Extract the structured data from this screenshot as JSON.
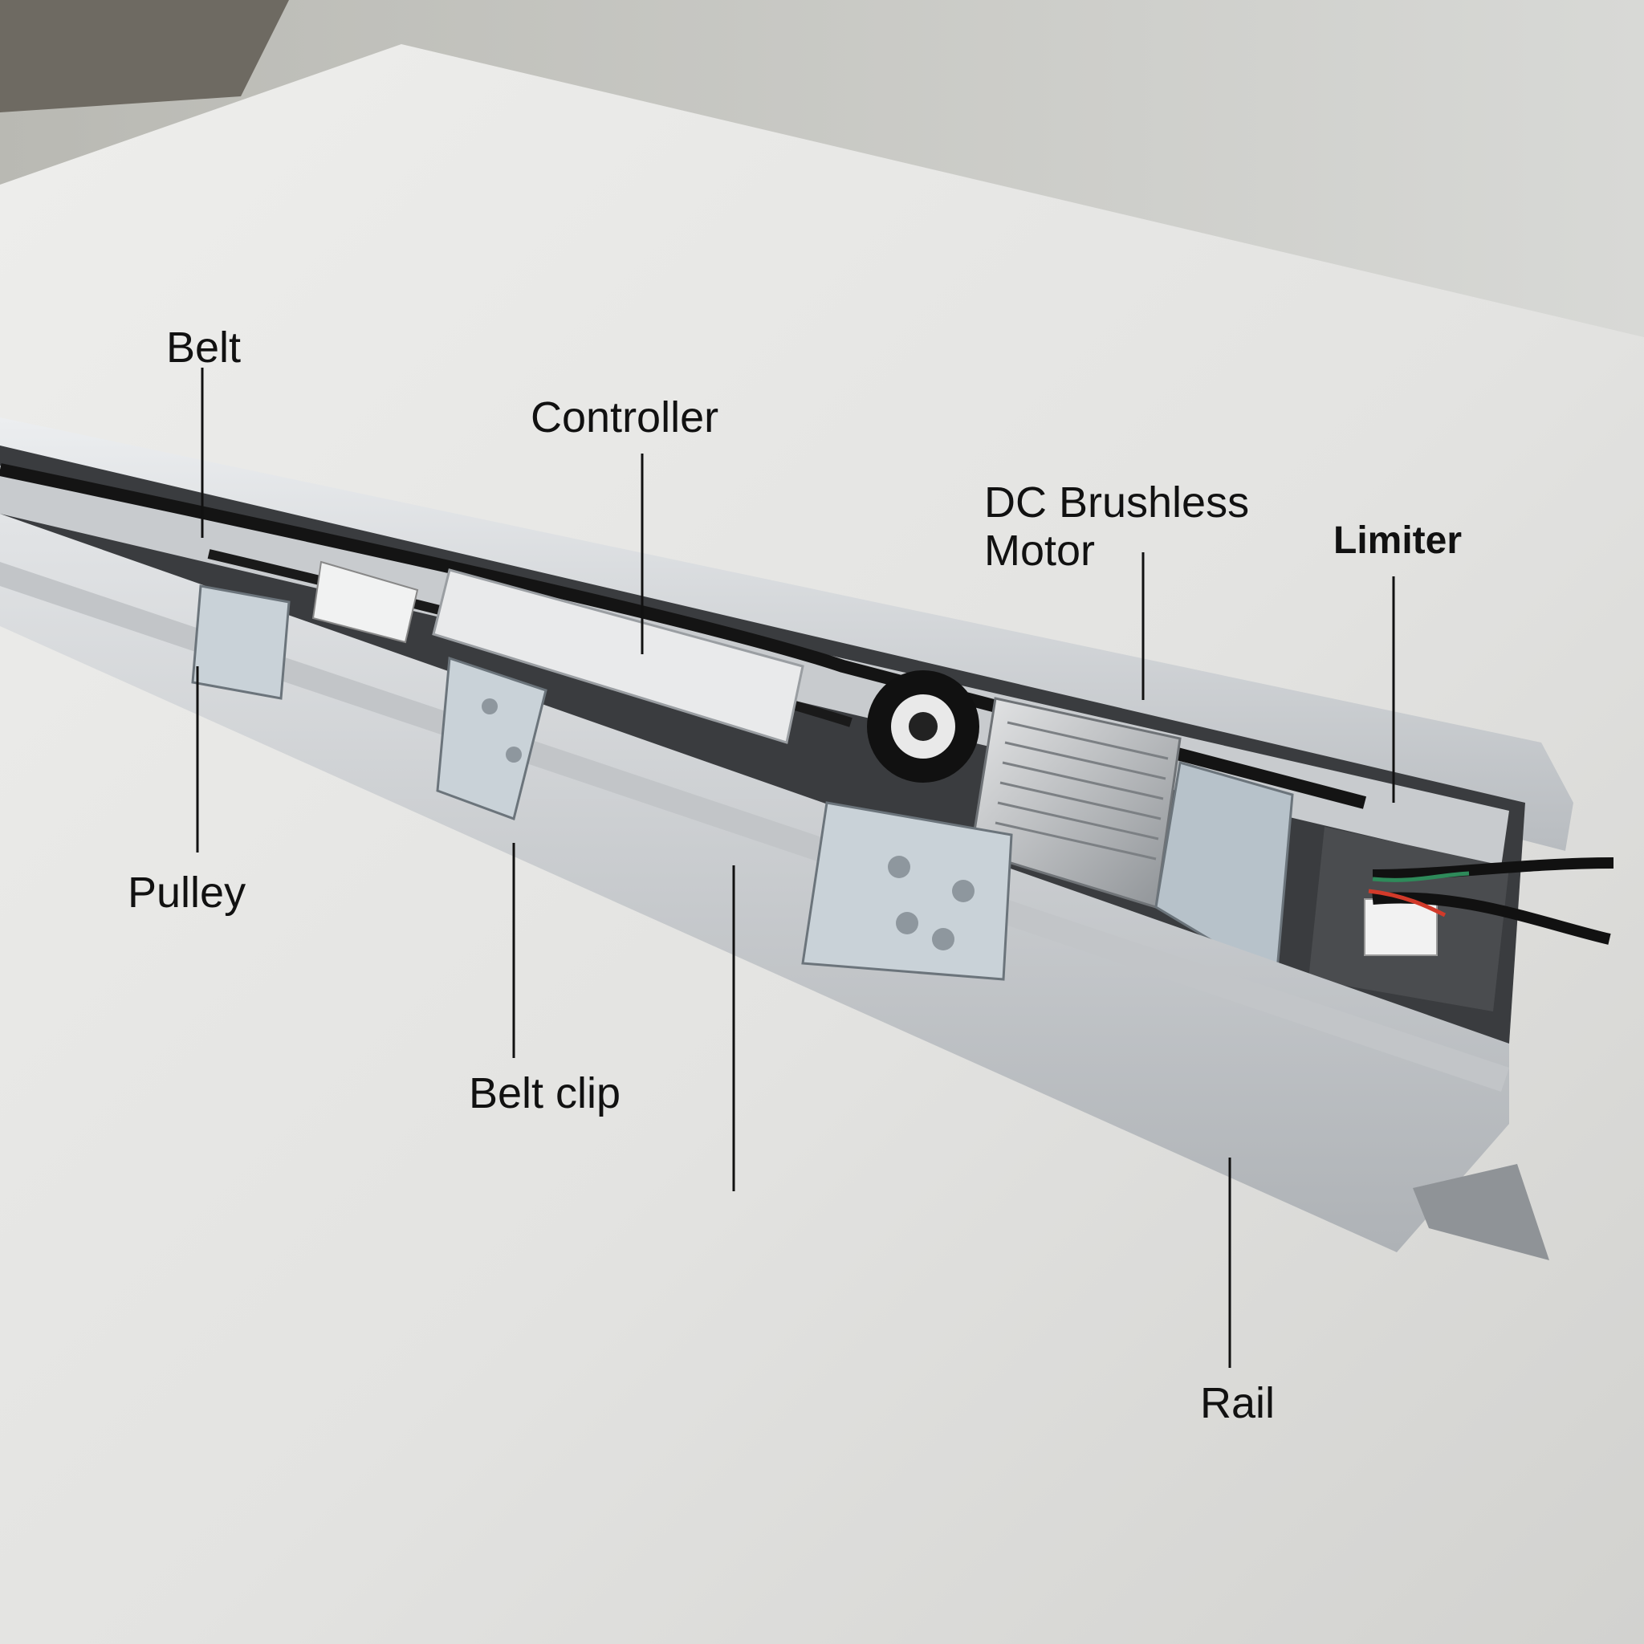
{
  "labels": {
    "belt": "Belt",
    "controller": "Controller",
    "motor_line1": "DC Brushless",
    "motor_line2": "Motor",
    "limiter": "Limiter",
    "pulley": "Pulley",
    "belt_clip": "Belt clip",
    "rail": "Rail"
  },
  "colors": {
    "table": "#e6e6e4",
    "wall": "#c9cac6",
    "aluminum": "#d4d6d8",
    "aluminum_dark": "#a9acb0",
    "belt": "#141414",
    "bracket": "#bfc8cf",
    "leader": "#111111"
  }
}
